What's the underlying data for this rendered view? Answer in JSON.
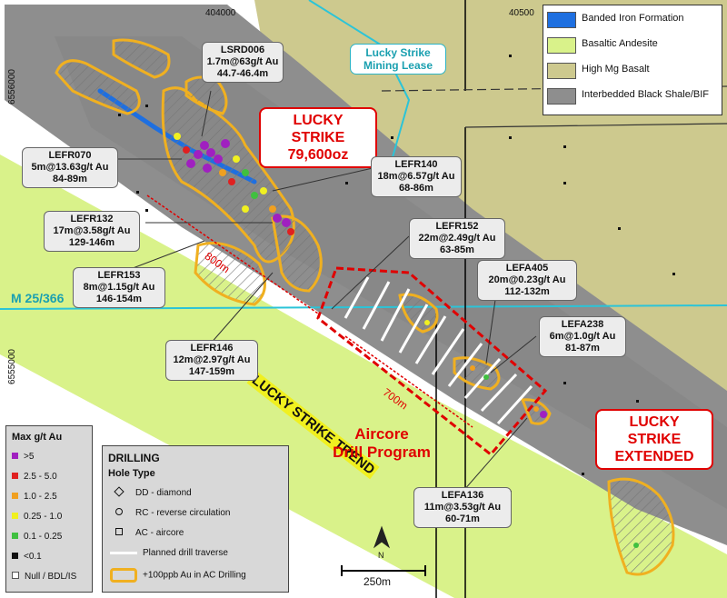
{
  "coordinates": {
    "easting_1": "404000",
    "easting_2": "40500",
    "northing_1": "6556000",
    "northing_2": "6555000"
  },
  "geology_legend": [
    {
      "label": "Banded Iron Formation",
      "color": "#1e6fe0"
    },
    {
      "label": "Basaltic Andesite",
      "color": "#d9f28a"
    },
    {
      "label": "High Mg Basalt",
      "color": "#cdc98e"
    },
    {
      "label": "Interbedded Black Shale/BIF",
      "color": "#8e8e8e"
    }
  ],
  "tenement_labels": {
    "lease": "Lucky Strike\nMining Lease",
    "lease_line1": "Lucky Strike",
    "lease_line2": "Mining Lease",
    "m_label": "M 25/366"
  },
  "deposit_boxes": {
    "lucky_strike_line1": "LUCKY STRIKE",
    "lucky_strike_line2": "79,600oz",
    "extended_line1": "LUCKY STRIKE",
    "extended_line2": "EXTENDED"
  },
  "trend_label": "LUCKY STRIKE TREND",
  "program_label_line1": "Aircore",
  "program_label_line2": "Drill Program",
  "distance_labels": {
    "d800": "800m",
    "d700": "700m"
  },
  "callouts": {
    "lsrd006": [
      "LSRD006",
      "1.7m@63g/t Au",
      "44.7-46.4m"
    ],
    "lefr070": [
      "LEFR070",
      "5m@13.63g/t Au",
      "84-89m"
    ],
    "lefr140": [
      "LEFR140",
      "18m@6.57g/t Au",
      "68-86m"
    ],
    "lefr132": [
      "LEFR132",
      "17m@3.58g/t Au",
      "129-146m"
    ],
    "lefr152": [
      "LEFR152",
      "22m@2.49g/t Au",
      "63-85m"
    ],
    "lefr153": [
      "LEFR153",
      "8m@1.15g/t Au",
      "146-154m"
    ],
    "lefa405": [
      "LEFA405",
      "20m@0.23g/t Au",
      "112-132m"
    ],
    "lefa238": [
      "LEFA238",
      "6m@1.0g/t Au",
      "81-87m"
    ],
    "lefr146": [
      "LEFR146",
      "12m@2.97g/t Au",
      "147-159m"
    ],
    "lefa136": [
      "LEFA136",
      "11m@3.53g/t Au",
      "60-71m"
    ]
  },
  "au_legend": {
    "title": "Max g/t Au",
    "items": [
      {
        "label": ">5",
        "color": "#a020c0"
      },
      {
        "label": "2.5 - 5.0",
        "color": "#e02020"
      },
      {
        "label": "1.0 - 2.5",
        "color": "#f0a020"
      },
      {
        "label": "0.25 - 1.0",
        "color": "#f0f020"
      },
      {
        "label": "0.1 - 0.25",
        "color": "#40c040"
      },
      {
        "label": "<0.1",
        "color": "#111111"
      },
      {
        "label": "Null / BDL/IS",
        "color": "#ffffff"
      }
    ]
  },
  "drilling_legend": {
    "title": "DRILLING",
    "subtitle": "Hole Type",
    "items": [
      {
        "label": "DD - diamond",
        "symbol": "diamond"
      },
      {
        "label": "RC - reverse circulation",
        "symbol": "circle"
      },
      {
        "label": "AC - aircore",
        "symbol": "square"
      },
      {
        "label": "Planned drill traverse",
        "symbol": "line"
      },
      {
        "label": "+100ppb Au in AC Drilling",
        "symbol": "orange-outline"
      }
    ]
  },
  "scale": {
    "label": "250m"
  },
  "north_arrow": {
    "label": "N"
  }
}
